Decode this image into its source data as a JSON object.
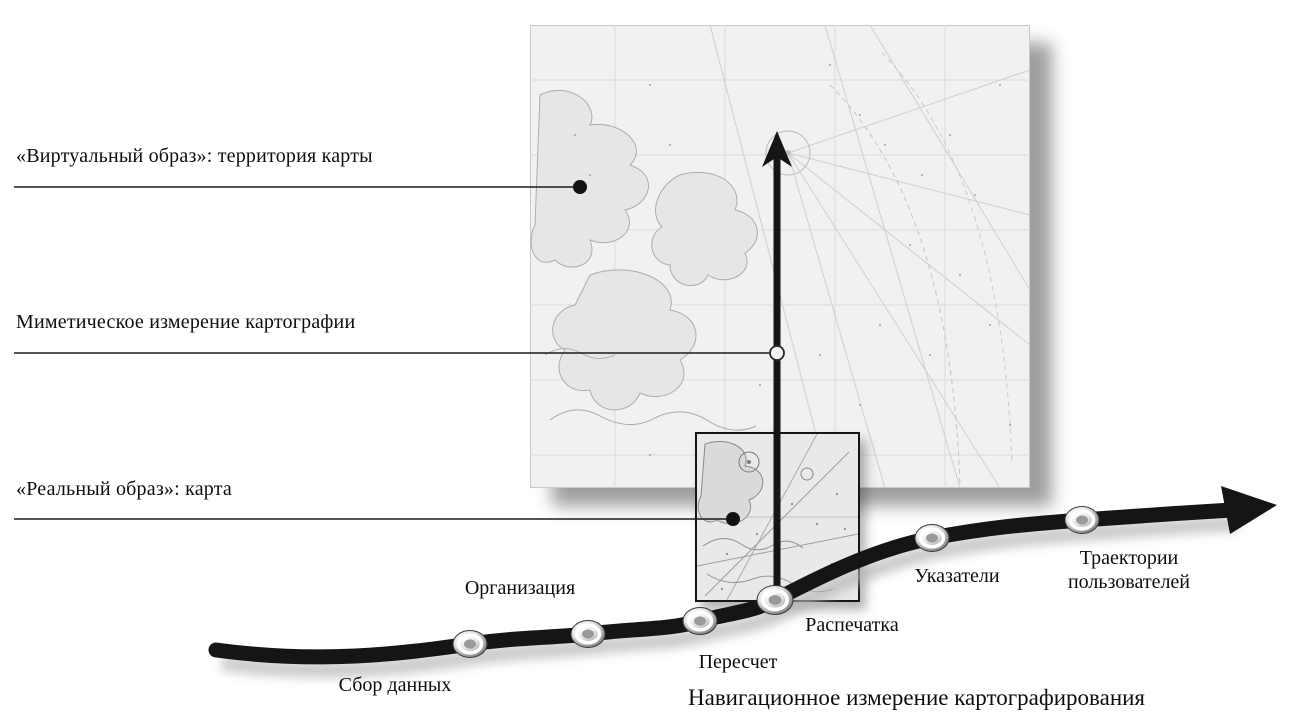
{
  "side_labels": {
    "virtual_image": "«Виртуальный образ»: территория карты",
    "mimetic_dimension": "Миметическое измерение картографии",
    "real_image": "«Реальный образ»: карта"
  },
  "nodes": [
    {
      "label": "Сбор данных"
    },
    {
      "label": "Организация"
    },
    {
      "label": "Пересчет"
    },
    {
      "label": "Распечатка"
    },
    {
      "label": "Указатели"
    },
    {
      "label": "Траектории пользователей"
    }
  ],
  "axis_title": "Навигационное измерение картографирования",
  "icons": {
    "large_map": "nautical-chart-image",
    "inset_map": "map-inset-image",
    "vertical_arrow": "mimetic-axis-arrow",
    "curved_arrow": "navigation-axis-arrow"
  },
  "colors": {
    "arrow": "#151515",
    "text": "#0d0d0d",
    "map_background": "#f1f1f1",
    "inset_background": "#e9e9e9",
    "background": "#ffffff"
  }
}
